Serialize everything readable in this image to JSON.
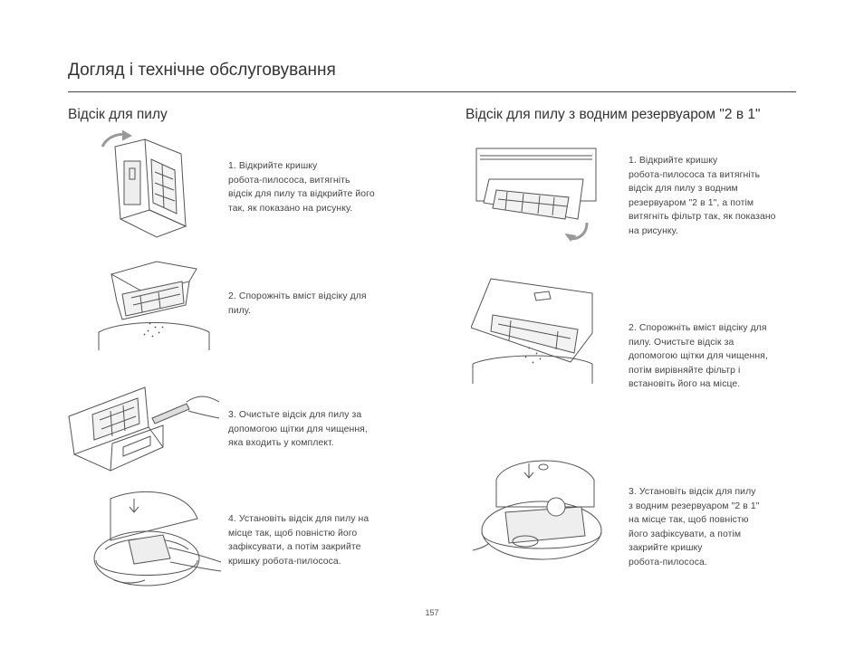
{
  "page": {
    "title": "Догляд і технічне обслуговування",
    "page_number": "157"
  },
  "left_section": {
    "title": "Відсік для пилу",
    "steps": [
      {
        "text": "1. Відкрийте кришку\nробота-пилососа, витягніть\nвідсік для пилу та відкрийте його\nтак, як показано на рисунку.",
        "illustration": "open-dustbin-illustration"
      },
      {
        "text": "2. Спорожніть вміст відсіку для\nпилу.",
        "illustration": "empty-dustbin-illustration"
      },
      {
        "text": "3. Очистьте відсік для пилу за\nдопомогою щітки для чищення,\nяка входить у комплект.",
        "illustration": "clean-dustbin-brush-illustration"
      },
      {
        "text": "4. Установіть відсік для пилу на\nмісце так, щоб повністю його\nзафіксувати, а потім закрийте\nкришку робота-пилососа.",
        "illustration": "install-dustbin-illustration"
      }
    ]
  },
  "right_section": {
    "title": "Відсік для пилу з водним резервуаром \"2 в 1\"",
    "steps": [
      {
        "text": "1. Відкрийте кришку\nробота-пилососа та витягніть\nвідсік для пилу з водним\nрезервуаром \"2 в 1\", а потім\nвитягніть фільтр так, як показано\nна рисунку.",
        "illustration": "open-2in1-tank-illustration"
      },
      {
        "text": "2. Спорожніть вміст відсіку для\nпилу. Очистьте відсік за\nдопомогою щітки для чищення,\nпотім вирівняйте фільтр і\nвстановіть його на місце.",
        "illustration": "empty-2in1-tank-illustration"
      },
      {
        "text": "3. Установіть відсік для пилу\nз водним резервуаром \"2 в 1\"\nна місце так, щоб повністю\nйого зафіксувати, а потім\nзакрийте кришку\nробота-пилососа.",
        "illustration": "install-2in1-tank-illustration"
      }
    ]
  }
}
